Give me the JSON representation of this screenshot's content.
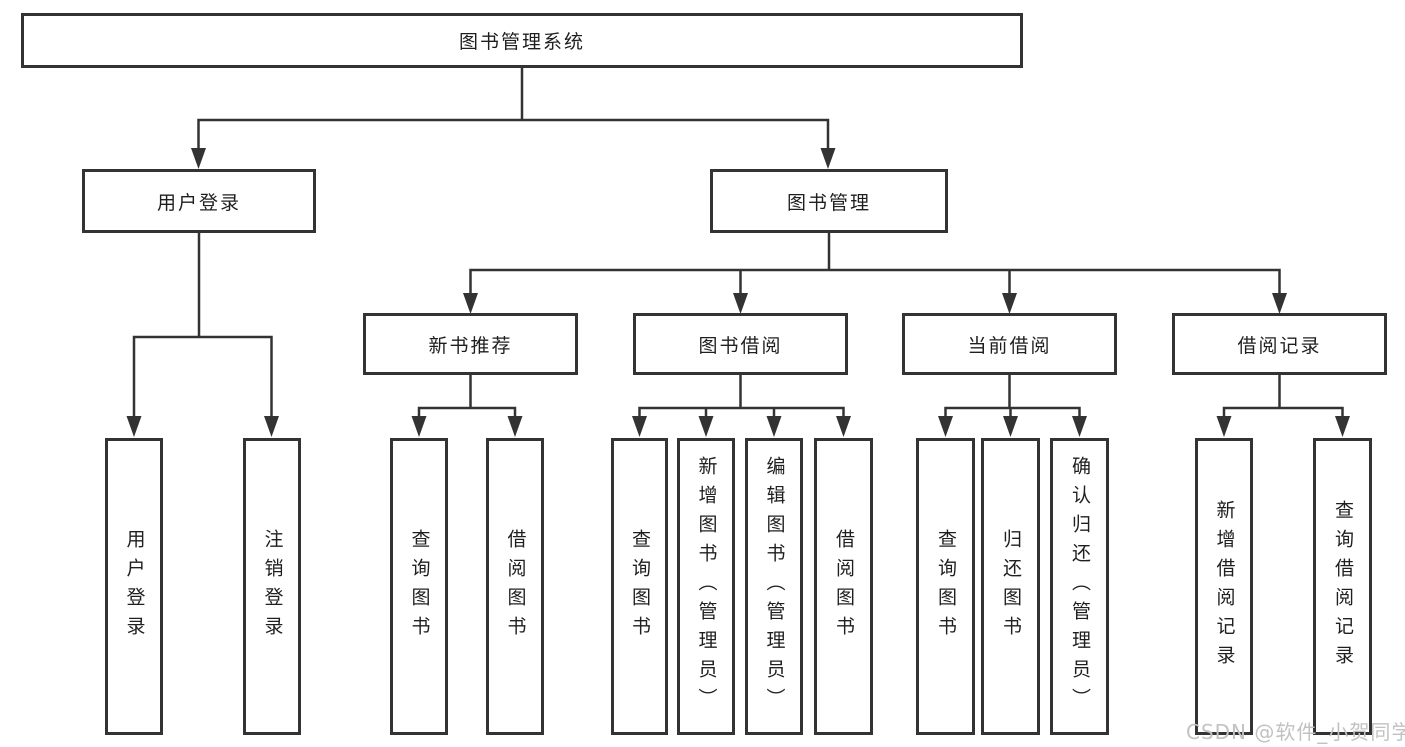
{
  "tree": {
    "root": "图书管理系统",
    "user_login": {
      "label": "用户登录",
      "children": [
        "用户登录",
        "注销登录"
      ]
    },
    "book_management": {
      "label": "图书管理",
      "sections": [
        {
          "label": "新书推荐",
          "children": [
            "查询图书",
            "借阅图书"
          ]
        },
        {
          "label": "图书借阅",
          "children": [
            "查询图书",
            "新增图书（管理员）",
            "编辑图书（管理员）",
            "借阅图书"
          ]
        },
        {
          "label": "当前借阅",
          "children": [
            "查询图书",
            "归还图书",
            "确认归还（管理员）"
          ]
        },
        {
          "label": "借阅记录",
          "children": [
            "新增借阅记录",
            "查询借阅记录"
          ]
        }
      ]
    }
  },
  "watermark": "CSDN @软件_小贺同学",
  "colors": {
    "line": "#333333",
    "text": "#1f1f1f",
    "box_background": "#ffffff",
    "page_background": "#ffffff",
    "watermark": "#c2c2c2"
  }
}
